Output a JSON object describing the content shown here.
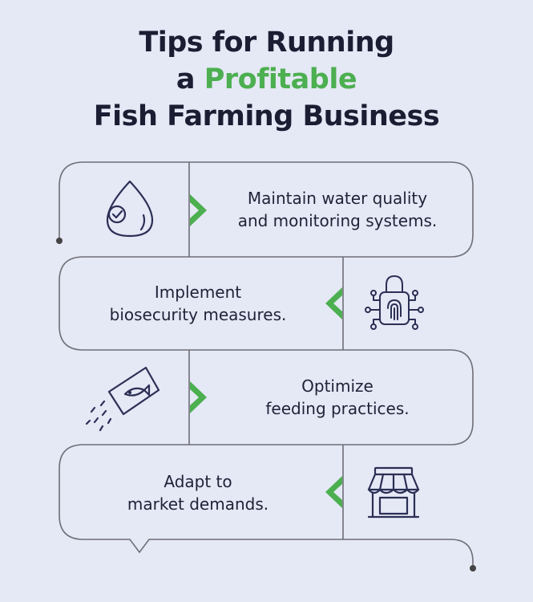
{
  "title": {
    "line1": "Tips for Running",
    "line2_prefix": "a ",
    "line2_accent": "Profitable",
    "line3": "Fish Farming Business"
  },
  "steps": [
    {
      "line1": "Maintain water quality",
      "line2": "and monitoring systems.",
      "icon": "water-drop-check-icon"
    },
    {
      "line1": "Implement",
      "line2": "biosecurity measures.",
      "icon": "fingerprint-lock-icon"
    },
    {
      "line1": "Optimize",
      "line2": "feeding practices.",
      "icon": "fish-feed-bag-icon"
    },
    {
      "line1": "Adapt to",
      "line2": "market demands.",
      "icon": "market-stall-icon"
    }
  ],
  "colors": {
    "background": "#e5e8f5",
    "accent": "#4caf50",
    "text": "#1e2237",
    "outline": "#6e6e76",
    "icon": "#2a2f55"
  }
}
